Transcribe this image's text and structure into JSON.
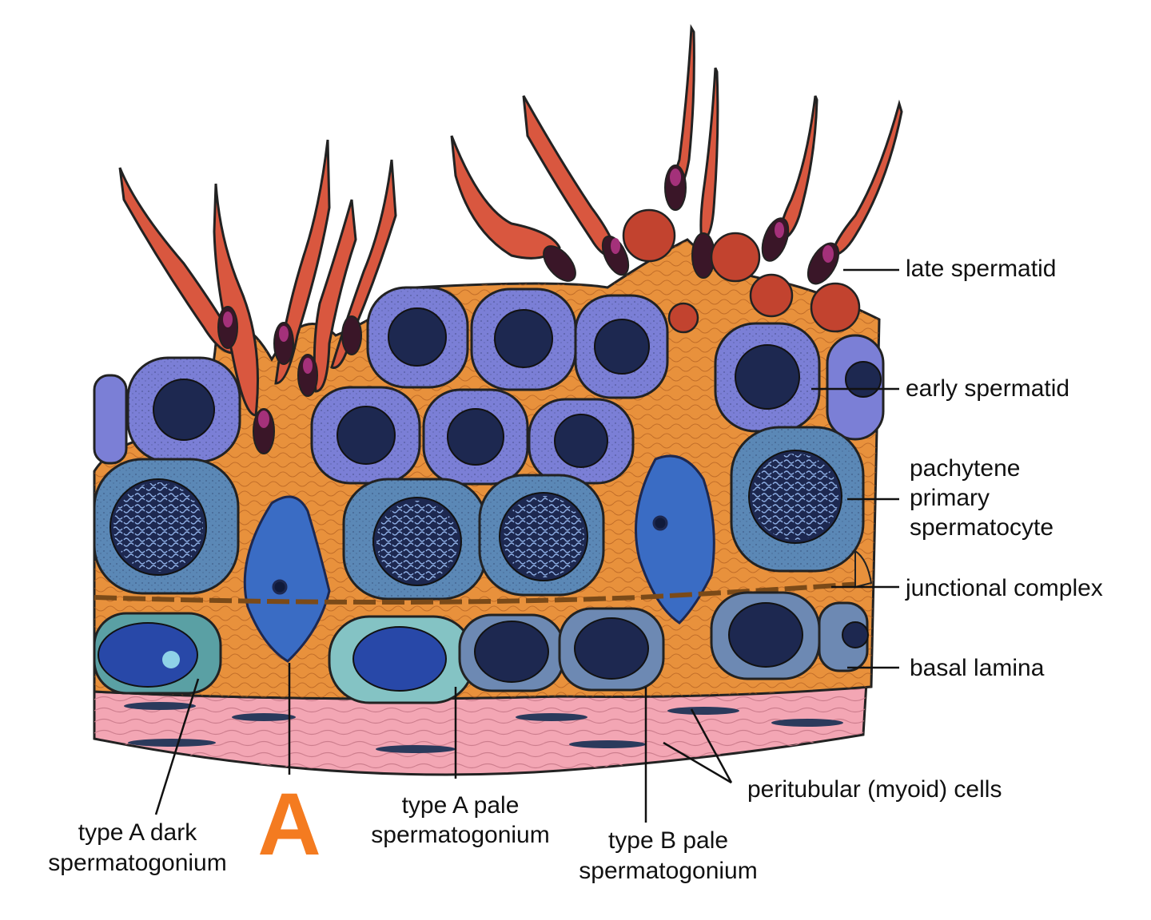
{
  "colors": {
    "sertoli": "#e8913c",
    "sertoli_dark": "#c86a22",
    "late_spermatid": "#d9573f",
    "late_spermatid_head": "#3a1628",
    "acrosome": "#a4317a",
    "early_spermatid": "#7b7fd6",
    "spermatocyte": "#5b88b6",
    "nucleus_dark": "#1d2850",
    "sertoli_nucleus": "#3a6cc4",
    "spermatogonium_dark": "#5aa0a4",
    "spermatogonium_pale_a": "#84c3c4",
    "spermatogonium_b": "#6d89b3",
    "basal_lamina": "#f3a6b4",
    "myoid": "#2b3a5c",
    "label_accent": "#f47b20"
  },
  "labels": {
    "late_spermatid": "late spermatid",
    "early_spermatid": "early spermatid",
    "pachytene_1": "pachytene",
    "pachytene_2": "primary",
    "pachytene_3": "spermatocyte",
    "junctional_complex": "junctional complex",
    "basal_lamina": "basal lamina",
    "peritubular": "peritubular (myoid) cells",
    "type_a_dark_1": "type A dark",
    "type_a_dark_2": "spermatogonium",
    "big_letter": "A",
    "type_a_pale_1": "type A pale",
    "type_a_pale_2": "spermatogonium",
    "type_b_pale_1": "type B pale",
    "type_b_pale_2": "spermatogonium"
  }
}
